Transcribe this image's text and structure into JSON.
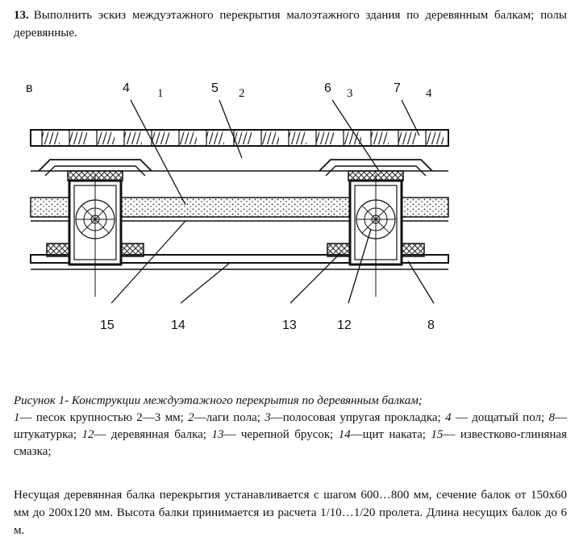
{
  "task": {
    "number": "13.",
    "text": "Выполнить эскиз междуэтажного перекрытия малоэтажного здания по деревянным балкам; полы деревянные."
  },
  "figure": {
    "section_letter": "в",
    "top_labels": [
      {
        "num": "4",
        "sub": "1"
      },
      {
        "num": "5",
        "sub": "2"
      },
      {
        "num": "6",
        "sub": "3"
      },
      {
        "num": "7",
        "sub": "4"
      }
    ],
    "bottom_labels": [
      "15",
      "14",
      "13",
      "12",
      "8"
    ]
  },
  "caption": {
    "lead": "Рисунок 1- Конструкции междуэтажного перекрытия по деревянным балкам;",
    "items": [
      {
        "key": "1",
        "text": "— песок крупностью 2—3 мм; "
      },
      {
        "key": "2",
        "text": "—лаги пола; "
      },
      {
        "key": "3",
        "text": "—полосовая упругая прокладка; "
      },
      {
        "key": "4",
        "text": " — дощатый пол; "
      },
      {
        "key": "8",
        "text": "— штукатурка; "
      },
      {
        "key": "12",
        "text": "— деревянная балка; "
      },
      {
        "key": "13",
        "text": "— черепной брусок; "
      },
      {
        "key": "14",
        "text": "—щит наката; "
      },
      {
        "key": "15",
        "text": "— известково-глиняная смазка;"
      }
    ]
  },
  "paragraph": "Несущая деревянная балка перекрытия устанавливается с шагом 600…800 мм, сечение балок от 150х60 мм до 200х120 мм. Высота балки принимается из расчета 1/10…1/20 пролета. Длина несущих балок до 6 м."
}
